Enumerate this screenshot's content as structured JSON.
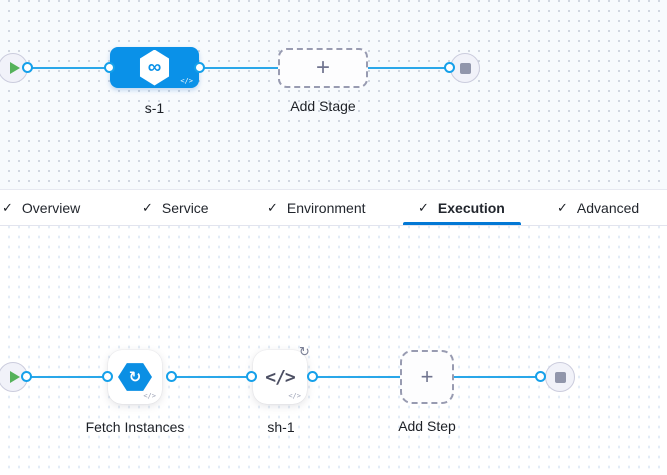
{
  "top_graph": {
    "stage": {
      "label": "s-1",
      "icon_glyph": "∞",
      "code_badge": "</>"
    },
    "add_stage": {
      "label": "Add Stage",
      "plus_glyph": "+"
    }
  },
  "tab_bar": {
    "active_tab": "Execution",
    "tabs": [
      {
        "check_glyph": "✓",
        "label": "Overview"
      },
      {
        "check_glyph": "✓",
        "label": "Service"
      },
      {
        "check_glyph": "✓",
        "label": "Environment"
      },
      {
        "check_glyph": "✓",
        "label": "Execution"
      },
      {
        "check_glyph": "✓",
        "label": "Advanced"
      }
    ]
  },
  "bottom_graph": {
    "step_fetch": {
      "label": "Fetch Instances",
      "icon_glyph": "↻",
      "code_badge": "</>"
    },
    "step_shell": {
      "label": "sh-1",
      "icon_glyph": "</>",
      "code_badge": "</>",
      "loop_icon_glyph": "↻"
    },
    "add_step": {
      "label": "Add Step",
      "plus_glyph": "+"
    }
  },
  "colors": {
    "connector_blue": "#2aa7e9",
    "stage_blue": "#0a91e8",
    "tab_underline_blue": "#0278d5",
    "play_green": "#55b25a",
    "end_node_gray": "#9196ab"
  }
}
